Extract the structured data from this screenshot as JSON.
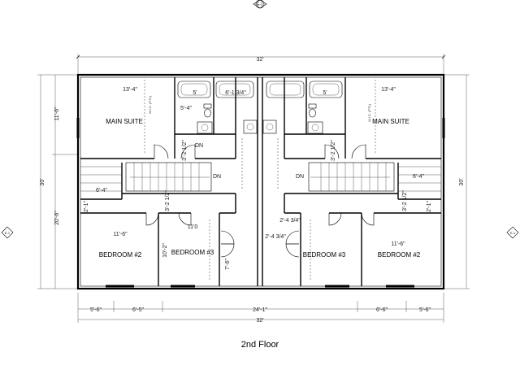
{
  "marker_top": "E-1",
  "marker_left": "E-1",
  "marker_right": "E-1",
  "caption": "2nd Floor",
  "overall_dims": {
    "top_width": "32'",
    "bottom_width": "32'",
    "left_depth": "30'",
    "right_depth": "30'",
    "left_upper": "11'-6\"",
    "left_lower": "20'-6\"",
    "bottom_segments": [
      "5'-6\"",
      "6'-5\"",
      "24'-1\"",
      "6'-6\"",
      "5'-6\""
    ]
  },
  "rooms": {
    "main_suite_left": "MAIN SUITE",
    "main_suite_right": "MAIN SUITE",
    "bedroom2_left": "BEDROOM #2",
    "bedroom3_left": "BEDROOM #3",
    "bedroom3_right": "BEDROOM #3",
    "bedroom2_right": "BEDROOM #2"
  },
  "dims": {
    "suite_width_left": "13'-4\"",
    "suite_width_right": "13'-4\"",
    "bath_left": "5'",
    "bath_mid": "6'-1 3/4\"",
    "bath_right": "5'",
    "dim_5_4": "5'-4\"",
    "dim_3_2_a": "3'-2 1/2\"",
    "dim_3_2_b": "3'-2 1/2\"",
    "dim_3_2_c": "3'-2 1/2\"",
    "dim_3_2_d": "3'-2 1/2\"",
    "dim_6_4_a": "6'-4\"",
    "dim_6_4_b": "6'-4\"",
    "dim_2_1_a": "2'-1\"",
    "dim_2_1_b": "2'-1\"",
    "dim_11_6_a": "11'-6\"",
    "dim_11_6_b": "11'-6\"",
    "dim_11_0": "11'0",
    "dim_2_4_a": "2'-4 3/4\"",
    "dim_2_4_b": "2'-4 3/4\"",
    "dim_10_2": "10'-2\"",
    "dim_7_6": "7'-6\""
  },
  "notes": {
    "dn_left": "DN",
    "dn_mid": "DN",
    "dn_right": "DN",
    "wic_left": "W.I.C. (PTL)",
    "wic_right": "W.I.C. (PTL)"
  }
}
